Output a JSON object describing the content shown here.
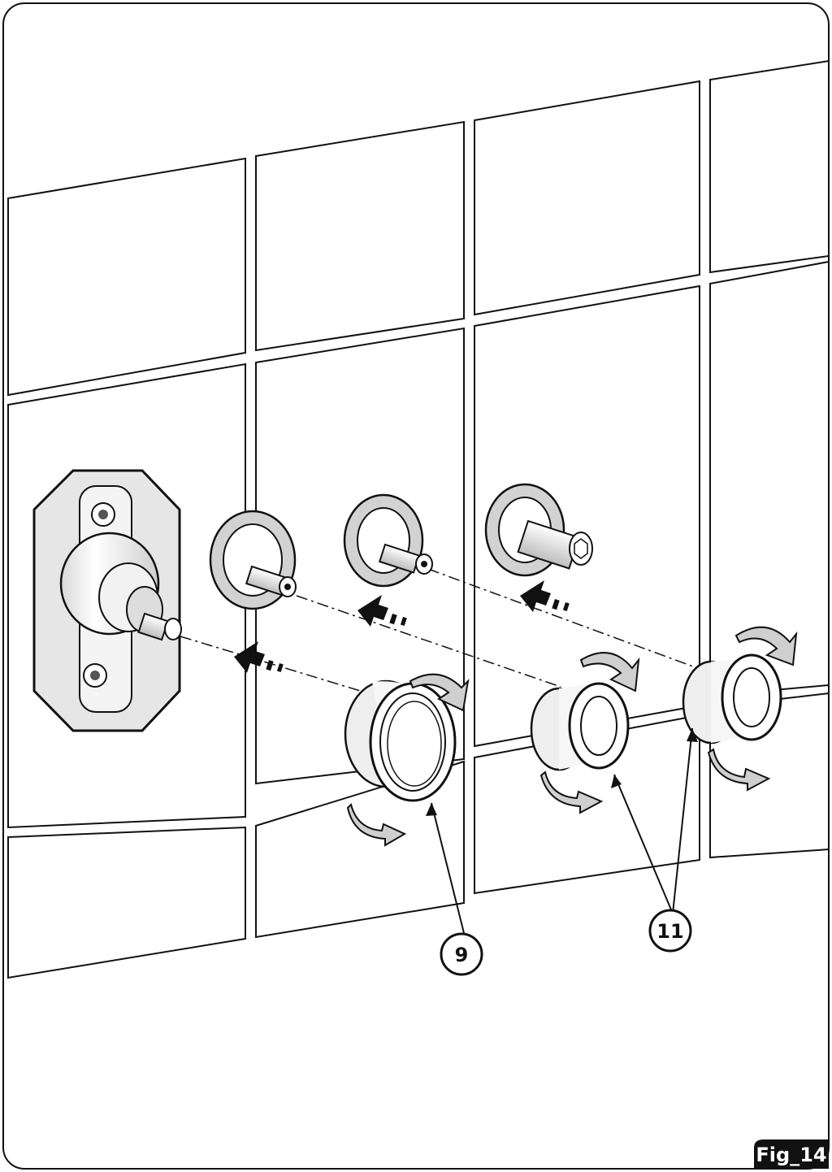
{
  "figure": {
    "label": "Fig_14"
  },
  "callouts": {
    "part_9": "9",
    "part_11": "11"
  },
  "colors": {
    "line": "#111111",
    "tile": "#ffffff",
    "shade": "#cccccc",
    "plate": "#e2e2e2",
    "badge": "#111111"
  }
}
